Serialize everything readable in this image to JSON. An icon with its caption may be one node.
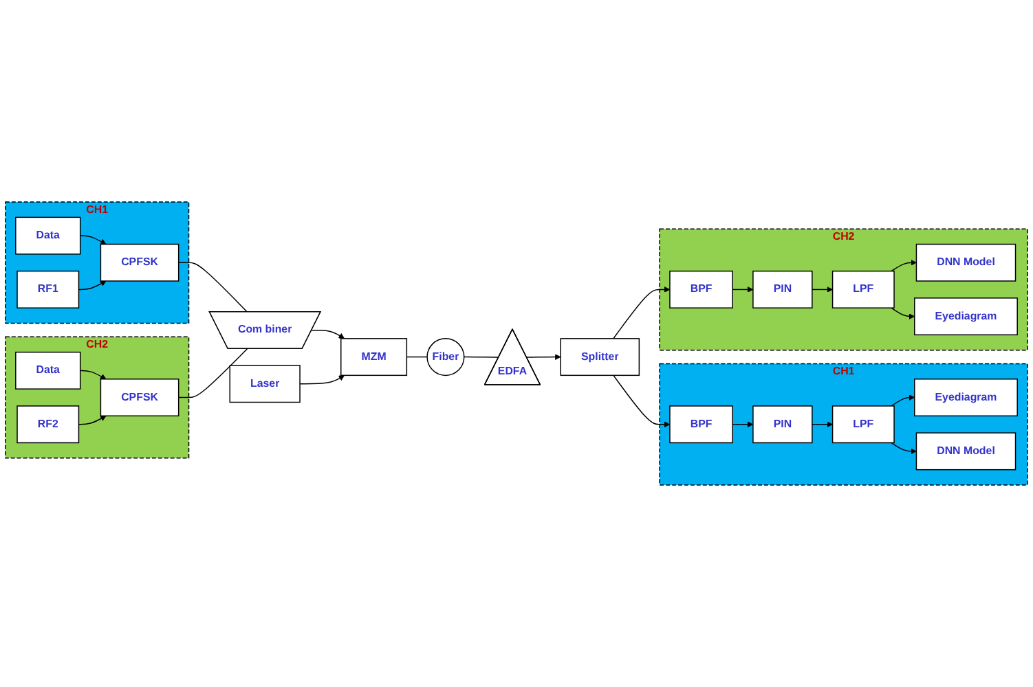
{
  "diagram": {
    "nodes": [
      {
        "text": [
          "CH1"
        ]
      },
      {
        "text": [
          "Data"
        ],
        "in": 0
      },
      {
        "text": [
          "CPFSK"
        ],
        "in": 0
      },
      {
        "text": [
          "RF1"
        ],
        "in": 0
      },
      {
        "text": [
          "CH2"
        ]
      },
      {
        "text": [
          "Data"
        ],
        "in": 4
      },
      {
        "text": [
          "CPFSK"
        ],
        "in": 4
      },
      {
        "text": [
          "RF2"
        ],
        "in": 4
      },
      {
        "text": [
          "Com biner"
        ]
      },
      {
        "text": [
          "MZM"
        ]
      },
      {
        "text": [
          "Fiber"
        ]
      },
      {
        "text": [
          "EDFA"
        ]
      },
      {
        "text": [
          "Laser"
        ]
      },
      {
        "text": [
          "Splitter"
        ]
      },
      {
        "text": [
          "CH1"
        ]
      },
      {
        "text": [
          "BPF"
        ],
        "in": 14
      },
      {
        "text": [
          "PIN"
        ],
        "in": 14
      },
      {
        "text": [
          "LPF"
        ],
        "in": 14
      },
      {
        "text": [
          "Eyediagram"
        ],
        "in": 14
      },
      {
        "text": [
          "DNN Model"
        ],
        "in": 14
      },
      {
        "text": [
          "CH2"
        ]
      },
      {
        "text": [
          "DNN Model"
        ],
        "in": 20
      },
      {
        "text": [
          "BPF"
        ],
        "in": 20
      },
      {
        "text": [
          "PIN"
        ],
        "in": 20
      },
      {
        "text": [
          "LPF"
        ],
        "in": 20
      },
      {
        "text": [
          "Eyediagram"
        ],
        "in": 20
      }
    ],
    "edges": [
      {
        "from": 1,
        "to": 2,
        "arrow": "to"
      },
      {
        "from": 3,
        "to": 2,
        "arrow": "to"
      },
      {
        "from": 2,
        "to": 8,
        "arrow": "none"
      },
      {
        "from": 5,
        "to": 6,
        "arrow": "to"
      },
      {
        "from": 7,
        "to": 6,
        "arrow": "to"
      },
      {
        "from": 6,
        "to": 8,
        "arrow": "none"
      },
      {
        "from": 8,
        "to": 9,
        "arrow": "to"
      },
      {
        "from": 12,
        "to": 9,
        "arrow": "to"
      },
      {
        "from": 9,
        "to": 10,
        "arrow": "none"
      },
      {
        "from": 10,
        "to": 11,
        "arrow": "none"
      },
      {
        "from": 11,
        "to": 13,
        "arrow": "to"
      },
      {
        "from": 13,
        "to": 15,
        "arrow": "to"
      },
      {
        "from": 13,
        "to": 22,
        "arrow": "to"
      },
      {
        "from": 15,
        "to": 16,
        "arrow": "to"
      },
      {
        "from": 16,
        "to": 17,
        "arrow": "to"
      },
      {
        "from": 17,
        "to": 18,
        "arrow": "to"
      },
      {
        "from": 17,
        "to": 19,
        "arrow": "to"
      },
      {
        "from": 22,
        "to": 23,
        "arrow": "to"
      },
      {
        "from": 23,
        "to": 24,
        "arrow": "to"
      },
      {
        "from": 24,
        "to": 25,
        "arrow": "to"
      },
      {
        "from": 24,
        "to": 21,
        "arrow": "to"
      }
    ]
  }
}
